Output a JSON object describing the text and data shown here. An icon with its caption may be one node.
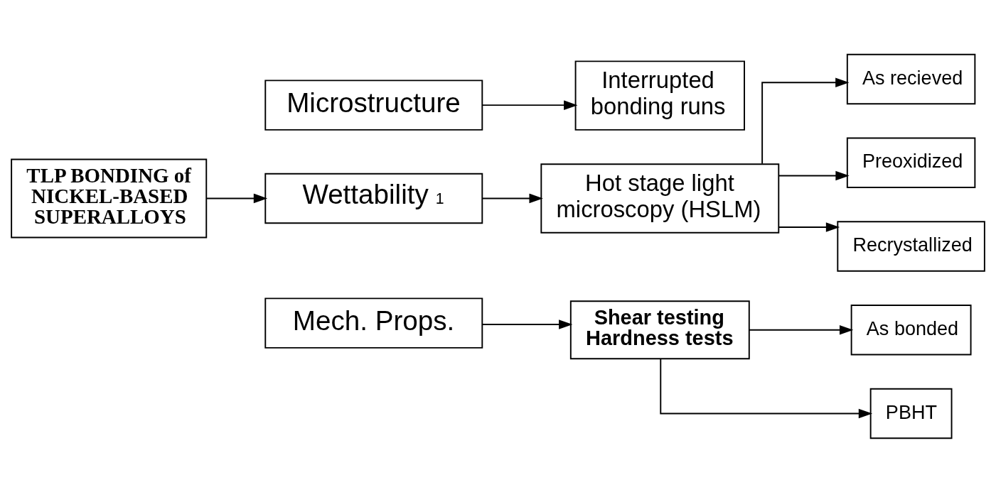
{
  "diagram": {
    "nodes": [
      {
        "text": [
          "TLP BONDING of NICKEL-BASED SUPERALLOYS"
        ]
      },
      {
        "text": [
          "Microstructure"
        ]
      },
      {
        "text": [
          "Wettability $^{1}$"
        ]
      },
      {
        "text": [
          "Mech. Props."
        ]
      },
      {
        "text": [
          "Interrupted bonding runs"
        ]
      },
      {
        "text": [
          "Hot stage light microscopy (HSLM)"
        ]
      },
      {
        "text": [
          "As recieved"
        ]
      },
      {
        "text": [
          "Preoxidized"
        ]
      },
      {
        "text": [
          "Recrystallized"
        ]
      },
      {
        "text": [
          "Shear testing",
          "Hardness tests"
        ]
      },
      {
        "text": [
          "As bonded"
        ]
      },
      {
        "text": [
          "PBHT"
        ]
      }
    ],
    "edges": [
      {
        "from": 0,
        "to": 2,
        "arrow": "to"
      },
      {
        "from": 1,
        "to": 4,
        "arrow": "to"
      },
      {
        "from": 2,
        "to": 5,
        "arrow": "to"
      },
      {
        "from": 5,
        "to": 6,
        "arrow": "to"
      },
      {
        "from": 5,
        "to": 7,
        "arrow": "to"
      },
      {
        "from": 5,
        "to": 8,
        "arrow": "to"
      },
      {
        "from": 3,
        "to": 9,
        "arrow": "to"
      },
      {
        "from": 9,
        "to": 10,
        "arrow": "to"
      },
      {
        "from": 9,
        "to": 11,
        "arrow": "to"
      }
    ]
  }
}
